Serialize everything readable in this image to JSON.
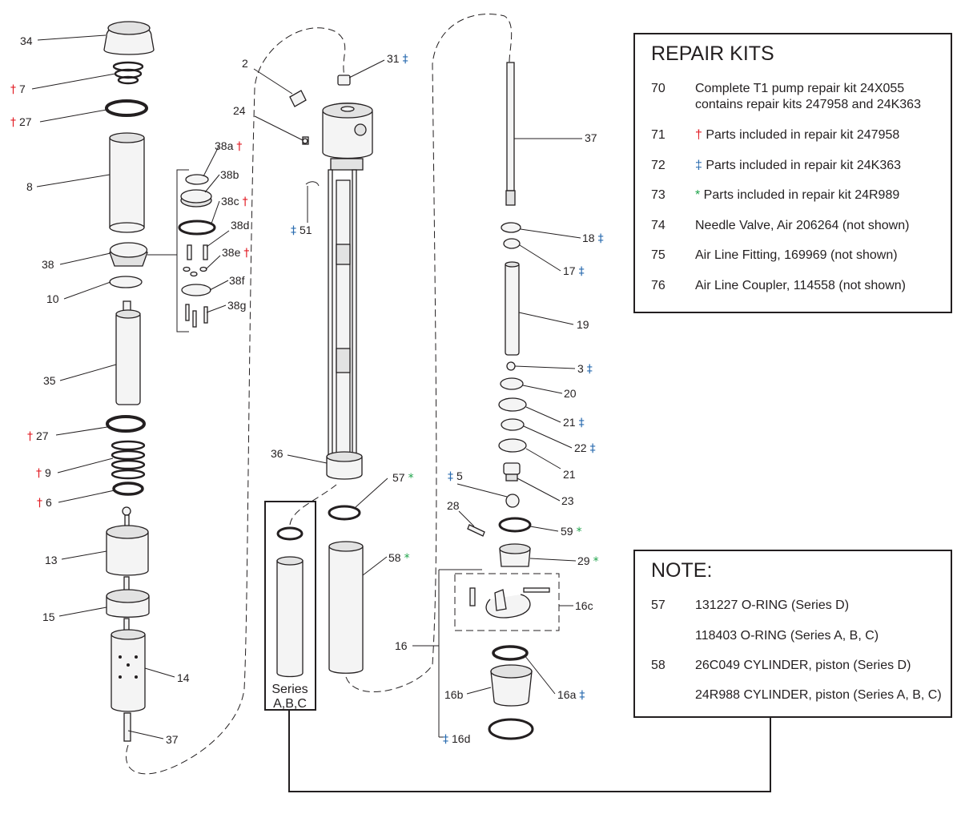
{
  "repair_kits": {
    "title": "REPAIR KITS",
    "rows": [
      {
        "num": "70",
        "sym": "",
        "sym_color": "",
        "text": "Complete T1 pump repair kit 24X055",
        "text2": "contains repair kits 247958 and 24K363"
      },
      {
        "num": "71",
        "sym": "†",
        "sym_color": "#e21e26",
        "text": "Parts included in repair kit 247958",
        "text2": ""
      },
      {
        "num": "72",
        "sym": "‡",
        "sym_color": "#2b6cb0",
        "text": "Parts included in repair kit 24K363",
        "text2": ""
      },
      {
        "num": "73",
        "sym": "*",
        "sym_color": "#1ea34a",
        "text": "Parts included in repair kit 24R989",
        "text2": ""
      },
      {
        "num": "74",
        "sym": "",
        "sym_color": "",
        "text": "Needle Valve, Air 206264 (not shown)",
        "text2": ""
      },
      {
        "num": "75",
        "sym": "",
        "sym_color": "",
        "text": "Air Line Fitting, 169969 (not shown)",
        "text2": ""
      },
      {
        "num": "76",
        "sym": "",
        "sym_color": "",
        "text": "Air Line Coupler, 114558 (not shown)",
        "text2": ""
      }
    ]
  },
  "note": {
    "title": "NOTE:",
    "rows": [
      {
        "num": "57",
        "text": "131227 O-RING (Series D)"
      },
      {
        "num": "",
        "text": "118403 O-RING (Series A, B, C)"
      },
      {
        "num": "58",
        "text": "26C049 CYLINDER, piston (Series D)"
      },
      {
        "num": "",
        "text": "24R988 CYLINDER, piston (Series A, B, C)"
      }
    ]
  },
  "series_box": {
    "line1": "Series",
    "line2": "A,B,C"
  },
  "callouts": [
    {
      "id": "34",
      "text": "34",
      "sym": "",
      "color": ""
    },
    {
      "id": "7",
      "text": "7",
      "sym": "†",
      "color": "#e21e26"
    },
    {
      "id": "27a",
      "text": "27",
      "sym": "†",
      "color": "#e21e26"
    },
    {
      "id": "8",
      "text": "8",
      "sym": "",
      "color": ""
    },
    {
      "id": "38",
      "text": "38",
      "sym": "",
      "color": ""
    },
    {
      "id": "10",
      "text": "10",
      "sym": "",
      "color": ""
    },
    {
      "id": "35",
      "text": "35",
      "sym": "",
      "color": ""
    },
    {
      "id": "27b",
      "text": "27",
      "sym": "†",
      "color": "#e21e26"
    },
    {
      "id": "9",
      "text": "9",
      "sym": "†",
      "color": "#e21e26"
    },
    {
      "id": "6",
      "text": "6",
      "sym": "†",
      "color": "#e21e26"
    },
    {
      "id": "13",
      "text": "13",
      "sym": "",
      "color": ""
    },
    {
      "id": "15",
      "text": "15",
      "sym": "",
      "color": ""
    },
    {
      "id": "14",
      "text": "14",
      "sym": "",
      "color": ""
    },
    {
      "id": "37a",
      "text": "37",
      "sym": "",
      "color": ""
    },
    {
      "id": "38a",
      "text": "38a",
      "sym": "†",
      "color": "#e21e26"
    },
    {
      "id": "38b",
      "text": "38b",
      "sym": "",
      "color": ""
    },
    {
      "id": "38c",
      "text": "38c",
      "sym": "†",
      "color": "#e21e26"
    },
    {
      "id": "38d",
      "text": "38d",
      "sym": "",
      "color": ""
    },
    {
      "id": "38e",
      "text": "38e",
      "sym": "†",
      "color": "#e21e26"
    },
    {
      "id": "38f",
      "text": "38f",
      "sym": "",
      "color": ""
    },
    {
      "id": "38g",
      "text": "38g",
      "sym": "",
      "color": ""
    },
    {
      "id": "2",
      "text": "2",
      "sym": "",
      "color": ""
    },
    {
      "id": "24",
      "text": "24",
      "sym": "",
      "color": ""
    },
    {
      "id": "31",
      "text": "31",
      "sym": "‡",
      "color": "#2b6cb0"
    },
    {
      "id": "51",
      "text": "51",
      "sym": "‡",
      "color": "#2b6cb0"
    },
    {
      "id": "36",
      "text": "36",
      "sym": "",
      "color": ""
    },
    {
      "id": "57",
      "text": "57",
      "sym": "*",
      "color": "#1ea34a"
    },
    {
      "id": "58",
      "text": "58",
      "sym": "*",
      "color": "#1ea34a"
    },
    {
      "id": "37b",
      "text": "37",
      "sym": "",
      "color": ""
    },
    {
      "id": "18",
      "text": "18",
      "sym": "‡",
      "color": "#2b6cb0"
    },
    {
      "id": "17",
      "text": "17",
      "sym": "‡",
      "color": "#2b6cb0"
    },
    {
      "id": "19",
      "text": "19",
      "sym": "",
      "color": ""
    },
    {
      "id": "3",
      "text": "3",
      "sym": "‡",
      "color": "#2b6cb0"
    },
    {
      "id": "20",
      "text": "20",
      "sym": "",
      "color": ""
    },
    {
      "id": "21a",
      "text": "21",
      "sym": "‡",
      "color": "#2b6cb0"
    },
    {
      "id": "22",
      "text": "22",
      "sym": "‡",
      "color": "#2b6cb0"
    },
    {
      "id": "21b",
      "text": "21",
      "sym": "",
      "color": ""
    },
    {
      "id": "5",
      "text": "5",
      "sym": "‡",
      "color": "#2b6cb0"
    },
    {
      "id": "23",
      "text": "23",
      "sym": "",
      "color": ""
    },
    {
      "id": "28",
      "text": "28",
      "sym": "",
      "color": ""
    },
    {
      "id": "59",
      "text": "59",
      "sym": "*",
      "color": "#1ea34a"
    },
    {
      "id": "29",
      "text": "29",
      "sym": "*",
      "color": "#1ea34a"
    },
    {
      "id": "16c",
      "text": "16c",
      "sym": "",
      "color": ""
    },
    {
      "id": "16",
      "text": "16",
      "sym": "",
      "color": ""
    },
    {
      "id": "16b",
      "text": "16b",
      "sym": "",
      "color": ""
    },
    {
      "id": "16a",
      "text": "16a",
      "sym": "‡",
      "color": "#2b6cb0"
    },
    {
      "id": "16d",
      "text": "16d",
      "sym": "‡",
      "color": "#2b6cb0"
    }
  ]
}
